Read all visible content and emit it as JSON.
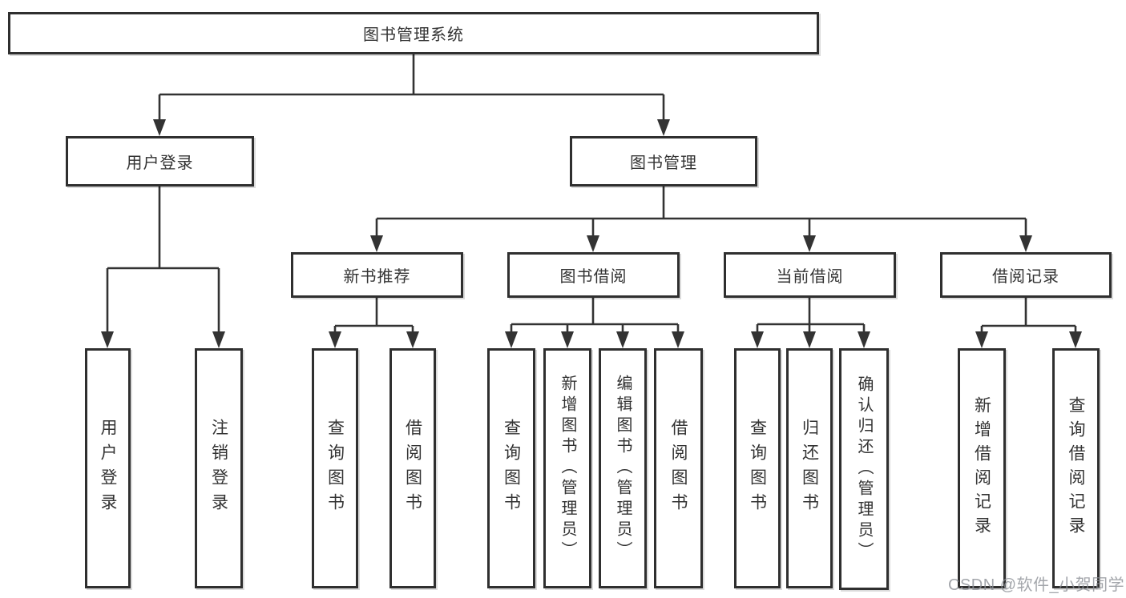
{
  "diagram": {
    "type": "hierarchy-tree",
    "tree": {
      "root": "图书管理系统",
      "branches": [
        {
          "label": "用户登录",
          "leaves": [
            "用户登录",
            "注销登录"
          ]
        },
        {
          "label": "图书管理",
          "children": [
            {
              "label": "新书推荐",
              "leaves": [
                "查询图书",
                "借阅图书"
              ]
            },
            {
              "label": "图书借阅",
              "leaves": [
                "查询图书",
                "新增图书（管理员）",
                "编辑图书（管理员）",
                "借阅图书"
              ]
            },
            {
              "label": "当前借阅",
              "leaves": [
                "查询图书",
                "归还图书",
                "确认归还（管理员）"
              ]
            },
            {
              "label": "借阅记录",
              "leaves": [
                "新增借阅记录",
                "查询借阅记录"
              ]
            }
          ]
        }
      ]
    },
    "colors": {
      "box_border": "#2f2f2f",
      "box_background": "#ffffff",
      "line": "#333333",
      "text": "#333333",
      "watermark": "#8c9096"
    }
  },
  "watermark": {
    "text": "CSDN @软件_小贺同学"
  }
}
